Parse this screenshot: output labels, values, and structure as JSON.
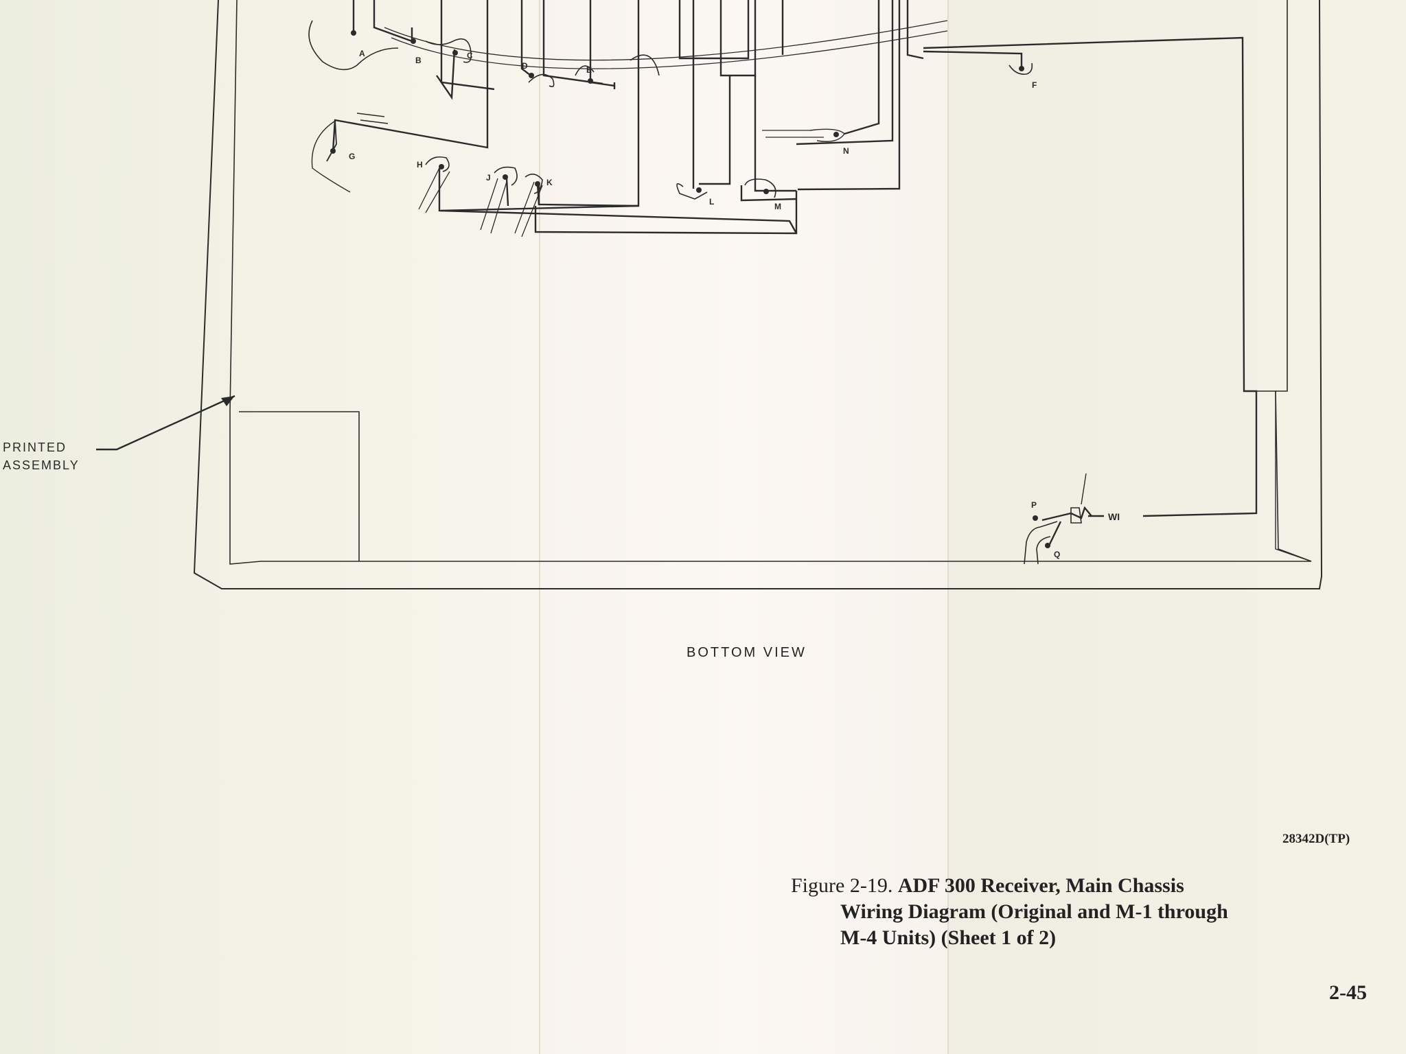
{
  "diagram": {
    "terminals": [
      "A",
      "B",
      "C",
      "D",
      "E",
      "F",
      "G",
      "H",
      "J",
      "K",
      "L",
      "M",
      "N",
      "P",
      "Q"
    ],
    "wire_label": "WI",
    "callout": {
      "line1": "PRINTED",
      "line2": "ASSEMBLY"
    },
    "view_label": "BOTTOM VIEW"
  },
  "drawing_number": "28342D(TP)",
  "caption": {
    "figure": "Figure 2-19.",
    "title": "ADF 300 Receiver, Main Chassis",
    "line2": "Wiring Diagram (Original and M-1 through",
    "line3": "M-4 Units)  (Sheet 1 of 2)"
  },
  "page_number": "2-45"
}
